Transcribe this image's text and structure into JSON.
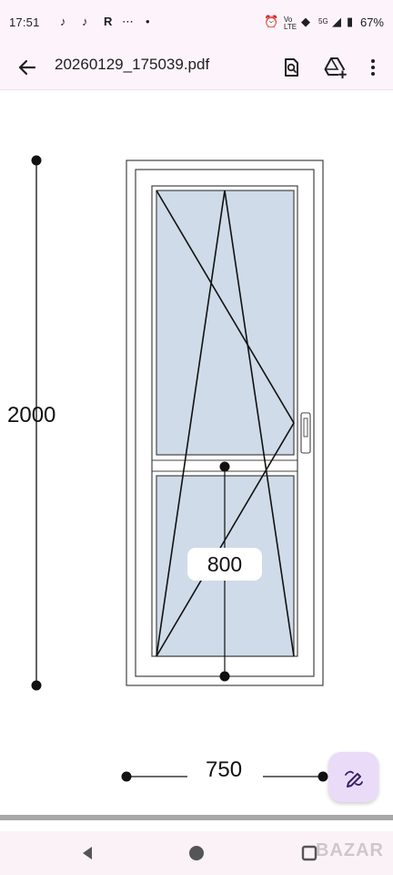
{
  "status_bar": {
    "time": "17:51",
    "battery": "67%",
    "icons": [
      "tiktok-icon",
      "tiktok-icon",
      "r-icon",
      "dots-icon",
      "alarm-icon",
      "volte-icon",
      "wifi-icon",
      "signal-icon",
      "battery-icon"
    ]
  },
  "app_bar": {
    "title": "20260129_175039.pdf",
    "icons": [
      "back-arrow-icon",
      "search-document-icon",
      "drive-add-icon",
      "more-vert-icon"
    ]
  },
  "drawing": {
    "height_label": "2000",
    "width_label": "750",
    "sash_label": "800"
  },
  "watermark": "BAZAR",
  "colors": {
    "bar_bg": "#fdf4fb",
    "glass": "#cfdbe8",
    "fab_bg": "#eadcf8",
    "fab_icon": "#3b1f6a"
  }
}
